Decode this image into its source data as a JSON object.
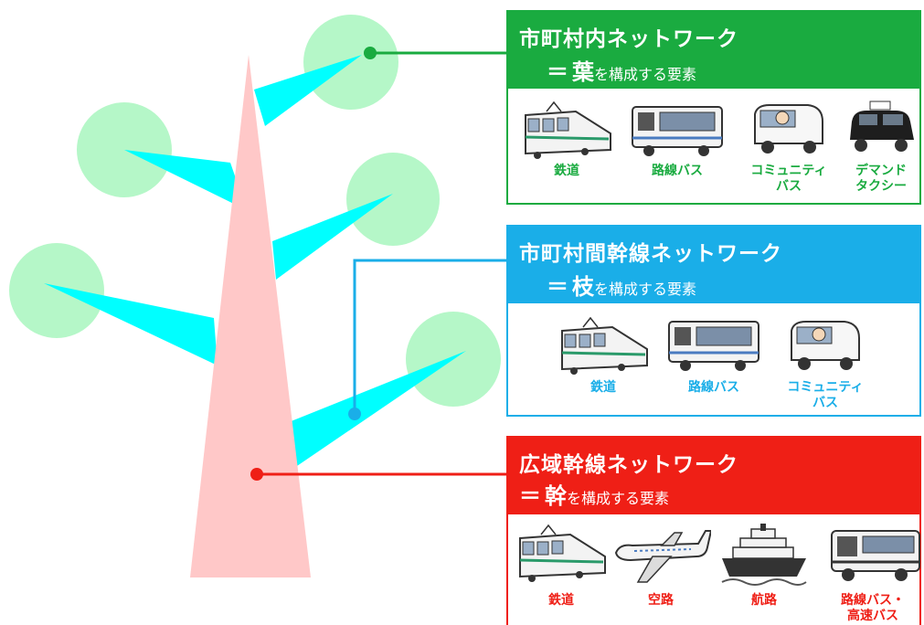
{
  "colors": {
    "leaf_green": "#1aab40",
    "branch_blue": "#1aaee8",
    "trunk_red": "#ef1f16",
    "leaf_fill": "#b5f7c8",
    "branch_fill": "#00ffff",
    "trunk_fill": "#ffc8c8"
  },
  "panels": {
    "leaf": {
      "title": "市町村内ネットワーク",
      "eq": "＝",
      "key": "葉",
      "suffix": "を構成する要素",
      "items": [
        {
          "label": "鉄道",
          "icon": "train-icon"
        },
        {
          "label": "路線バス",
          "icon": "bus-icon"
        },
        {
          "label": "コミュニティ\nバス",
          "icon": "community-bus-icon"
        },
        {
          "label": "デマンド\nタクシー",
          "icon": "taxi-icon"
        }
      ]
    },
    "branch": {
      "title": "市町村間幹線ネットワーク",
      "eq": "＝",
      "key": "枝",
      "suffix": "を構成する要素",
      "items": [
        {
          "label": "鉄道",
          "icon": "train-icon"
        },
        {
          "label": "路線バス",
          "icon": "bus-icon"
        },
        {
          "label": "コミュニティ\nバス",
          "icon": "community-bus-icon"
        }
      ]
    },
    "trunk": {
      "title": "広域幹線ネットワーク",
      "eq": "＝",
      "key": "幹",
      "suffix": "を構成する要素",
      "items": [
        {
          "label": "鉄道",
          "icon": "train-icon"
        },
        {
          "label": "空路",
          "icon": "airplane-icon"
        },
        {
          "label": "航路",
          "icon": "ship-icon"
        },
        {
          "label": "路線バス・\n高速バス",
          "icon": "highway-bus-icon"
        }
      ]
    }
  }
}
